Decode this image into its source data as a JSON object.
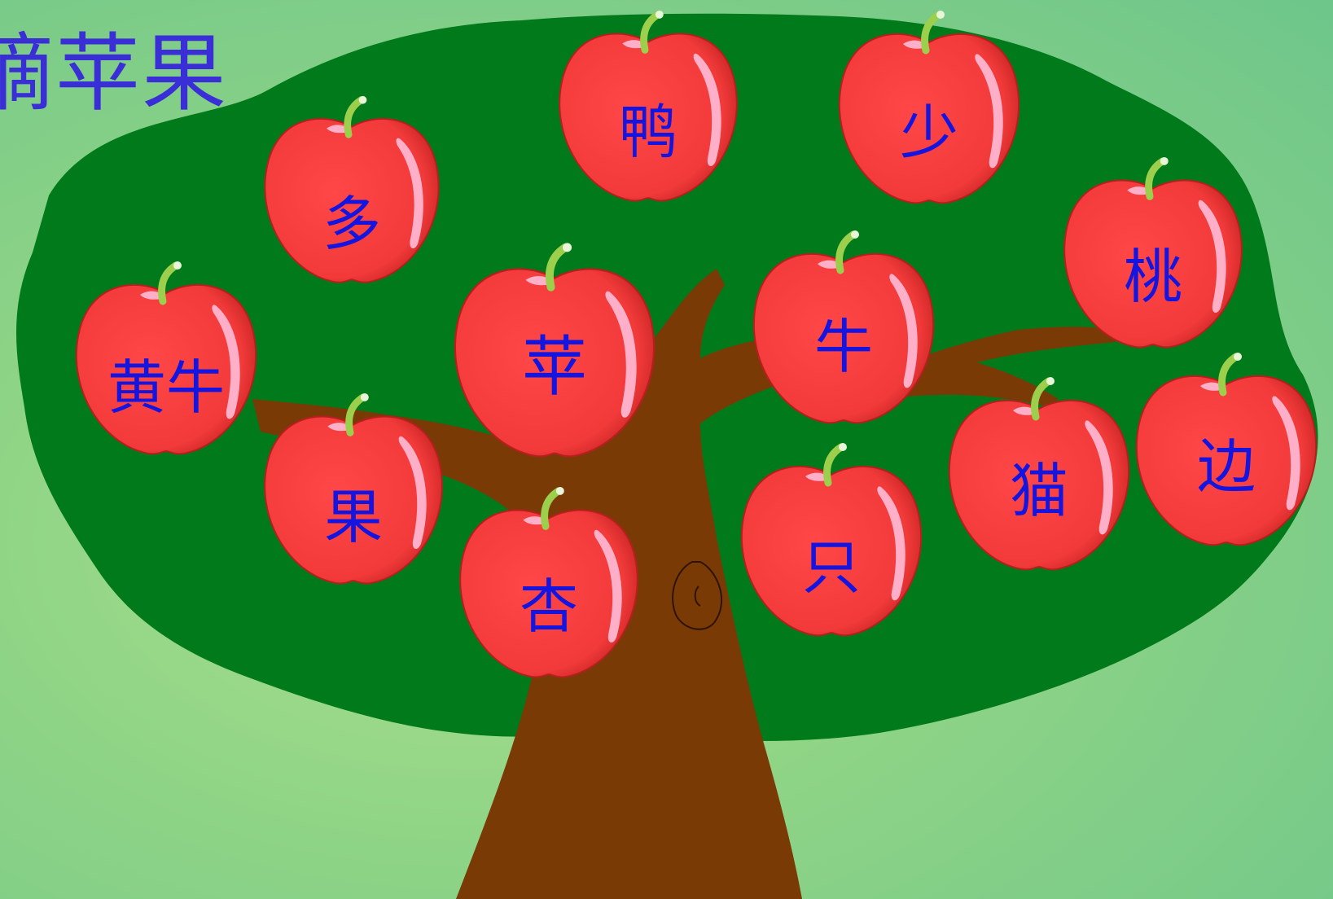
{
  "title": "摘苹果",
  "colors": {
    "background": "#8fd486",
    "canopy": "#007a1a",
    "trunk": "#7a3a06",
    "apple": "#ff4747",
    "apple_highlight": "#ffb0c8",
    "stem": "#9ccf4c",
    "text": "#1515e0"
  },
  "apples": [
    {
      "char": "多"
    },
    {
      "char": "鸭"
    },
    {
      "char": "少"
    },
    {
      "char": "桃"
    },
    {
      "char": "黄牛"
    },
    {
      "char": "苹"
    },
    {
      "char": "牛"
    },
    {
      "char": "果"
    },
    {
      "char": "杏"
    },
    {
      "char": "只"
    },
    {
      "char": "猫"
    },
    {
      "char": "边"
    }
  ]
}
